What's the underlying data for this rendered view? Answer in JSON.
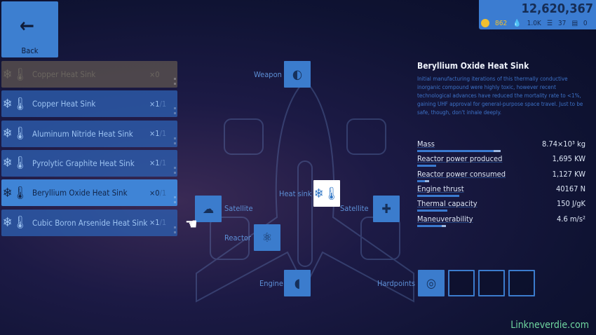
{
  "back": {
    "label": "Back",
    "icon": "arrow-left-icon"
  },
  "currency": {
    "credits": "12,620,367",
    "keys": "862",
    "fuel": "1.0K",
    "crew": "37",
    "cards": "0",
    "key_color": "#f0c030"
  },
  "items": [
    {
      "name": "Copper Heat Sink",
      "count": "×0",
      "max": "",
      "state": "unavailable"
    },
    {
      "name": "Copper Heat Sink",
      "count": "×1",
      "max": "/1",
      "state": "normal"
    },
    {
      "name": "Aluminum Nitride Heat Sink",
      "count": "×1",
      "max": "/1",
      "state": "normal"
    },
    {
      "name": "Pyrolytic Graphite Heat Sink",
      "count": "×1",
      "max": "/1",
      "state": "normal"
    },
    {
      "name": "Beryllium Oxide Heat Sink",
      "count": "×0",
      "max": "/1",
      "state": "selected"
    },
    {
      "name": "Cubic Boron Arsenide Heat Sink",
      "count": "×1",
      "max": "/1",
      "state": "normal"
    }
  ],
  "slots": {
    "weapon": "Weapon",
    "heatsink": "Heat sink",
    "satellite_left": "Satellite",
    "satellite_right": "Satellite",
    "reactor": "Reactor",
    "engine": "Engine",
    "hardpoints": "Hardpoints"
  },
  "detail": {
    "title": "Beryllium Oxide Heat Sink",
    "description": "Initial manufacturing iterations of this thermally conductive inorganic compound were highly toxic, however recent technological advances have reduced the mortality rate to <1%, gaining UHF approval for general-purpose space travel. Just to be safe, though, don't inhale deeply.",
    "stats": [
      {
        "label": "Mass",
        "value": "8.74×10³ kg",
        "level": 0.78,
        "delta": 0.07
      },
      {
        "label": "Reactor power produced",
        "value": "1,695 KW",
        "level": 0.19,
        "delta": 0
      },
      {
        "label": "Reactor power consumed",
        "value": "1,127 KW",
        "level": 0.08,
        "delta": 0.04
      },
      {
        "label": "Engine thrust",
        "value": "40167 N",
        "level": 0.43,
        "delta": 0
      },
      {
        "label": "Thermal capacity",
        "value": "150 J/gK",
        "level": 0.31,
        "delta": 0
      },
      {
        "label": "Maneuverability",
        "value": "4.6 m/s²",
        "level": 0.25,
        "delta": 0.04
      }
    ]
  },
  "watermark": "Linkneverdie.com"
}
